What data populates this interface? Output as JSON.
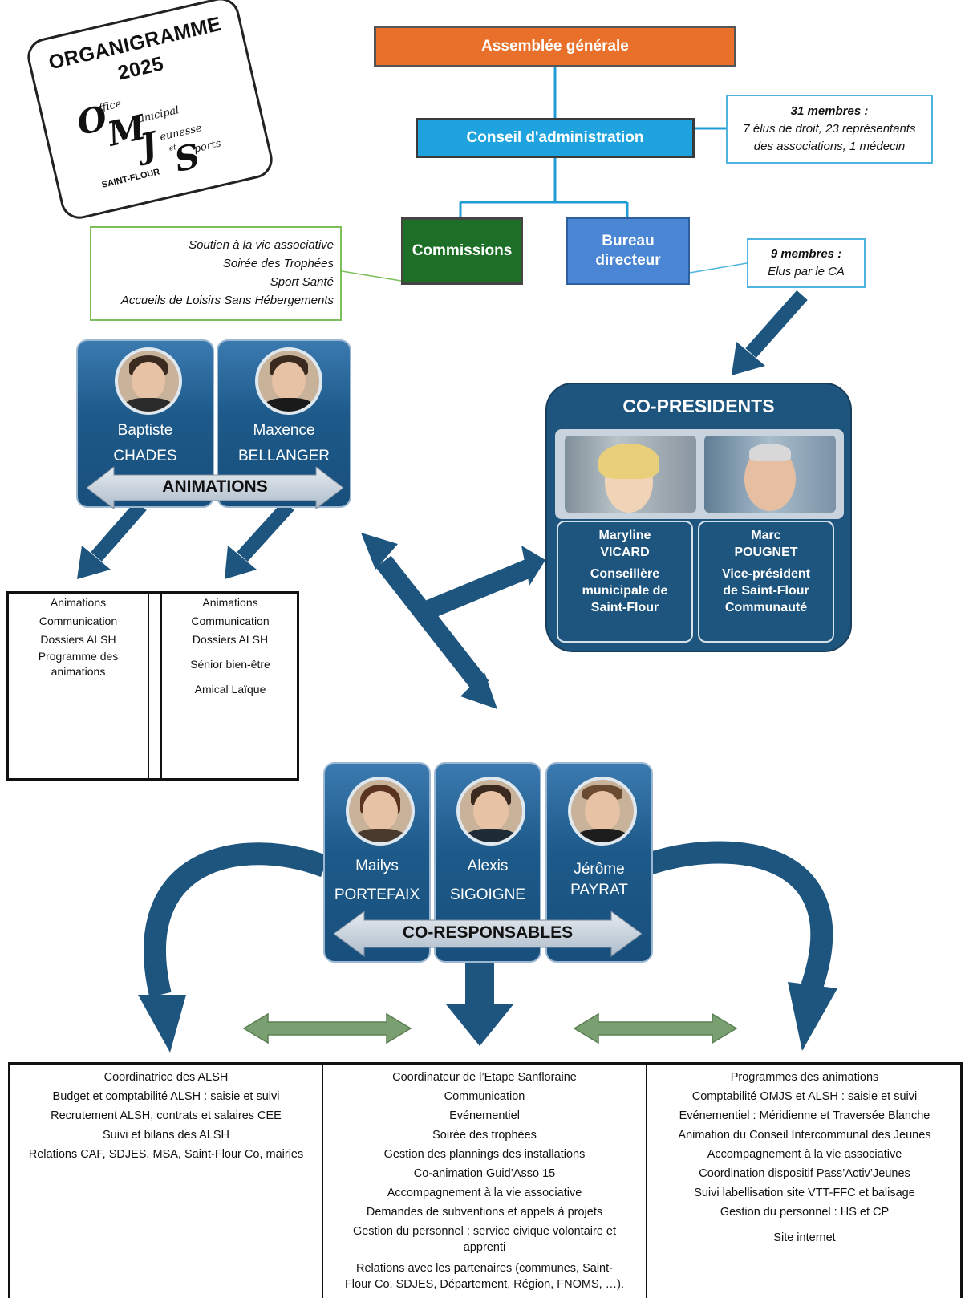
{
  "logo": {
    "title_line1": "ORGANIGRAMME",
    "title_line2": "2025",
    "word_office": "ffice",
    "word_municipal": "unicipal",
    "word_jeunesse": "eunesse",
    "word_et": "et",
    "word_sports": "ports",
    "letter_o": "O",
    "letter_m": "M",
    "letter_j": "J",
    "letter_s": "S",
    "city": "SAINT-FLOUR"
  },
  "colors": {
    "assemblee": "#e8702a",
    "conseil": "#1fa3de",
    "commissions": "#1d6e26",
    "bureau": "#4a86d4",
    "card_blue": "#1d557e",
    "green_arrow": "#7aa071"
  },
  "hierarchy": {
    "assemblee": "Assemblée générale",
    "conseil": "Conseil d'administration",
    "commissions": "Commissions",
    "bureau_line1": "Bureau",
    "bureau_line2": "directeur"
  },
  "note_ca": {
    "title": "31 membres :",
    "line1": "7 élus de droit, 23 représentants",
    "line2": "des associations, 1 médecin"
  },
  "note_bureau": {
    "title": "9 membres :",
    "line1": "Elus par le CA"
  },
  "commissions_list": [
    "Soutien à la vie associative",
    "Soirée des Trophées",
    "Sport Santé",
    "Accueils de Loisirs Sans Hébergements"
  ],
  "animations": {
    "banner": "ANIMATIONS",
    "people": [
      {
        "first": "Baptiste",
        "last": "CHADES"
      },
      {
        "first": "Maxence",
        "last": "BELLANGER"
      }
    ],
    "tasks_left": [
      "Animations",
      "Communication",
      "Dossiers ALSH",
      "Programme des",
      "animations"
    ],
    "tasks_right_a": [
      "Animations",
      "Communication",
      "Dossiers ALSH"
    ],
    "tasks_right_b": "Sénior bien-être",
    "tasks_right_c": "Amical Laïque"
  },
  "copresidents": {
    "title": "CO-PRESIDENTS",
    "p1": {
      "first": "Maryline",
      "last": "VICARD",
      "role1": "Conseillère",
      "role2": "municipale de",
      "role3": "Saint-Flour"
    },
    "p2": {
      "first": "Marc",
      "last": "POUGNET",
      "role1": "Vice-président",
      "role2": "de Saint-Flour",
      "role3": "Communauté"
    }
  },
  "coresponsables": {
    "banner": "CO-RESPONSABLES",
    "people": [
      {
        "first": "Mailys",
        "last": "PORTEFAIX"
      },
      {
        "first": "Alexis",
        "last": "SIGOIGNE"
      },
      {
        "first": "Jérôme",
        "last": "PAYRAT"
      }
    ]
  },
  "bottom": {
    "col1": [
      "Coordinatrice des ALSH",
      "Budget et comptabilité ALSH : saisie et suivi",
      "Recrutement ALSH, contrats et salaires CEE",
      "Suivi et bilans des ALSH",
      "Relations CAF, SDJES, MSA, Saint-Flour Co, mairies"
    ],
    "col2": [
      "Coordinateur de l’Etape Sanfloraine",
      "Communication",
      "Evénementiel",
      "Soirée des trophées",
      "Gestion des plannings des installations",
      "Co-animation Guid’Asso 15",
      "Accompagnement à la vie associative",
      "Demandes de subventions et appels à projets",
      "Gestion du personnel : service civique volontaire et",
      "apprenti",
      "Relations avec les partenaires (communes, Saint-",
      "Flour Co, SDJES, Département, Région, FNOMS, …)."
    ],
    "col3": [
      "Programmes des animations",
      "Comptabilité OMJS et ALSH : saisie et suivi",
      "Evénementiel : Méridienne et Traversée Blanche",
      "Animation du Conseil Intercommunal des Jeunes",
      "Accompagnement à la vie associative",
      "Coordination dispositif Pass’Activ’Jeunes",
      "Suivi labellisation site VTT-FFC et balisage",
      "Gestion du personnel : HS et CP"
    ],
    "col3_extra": "Site internet"
  }
}
